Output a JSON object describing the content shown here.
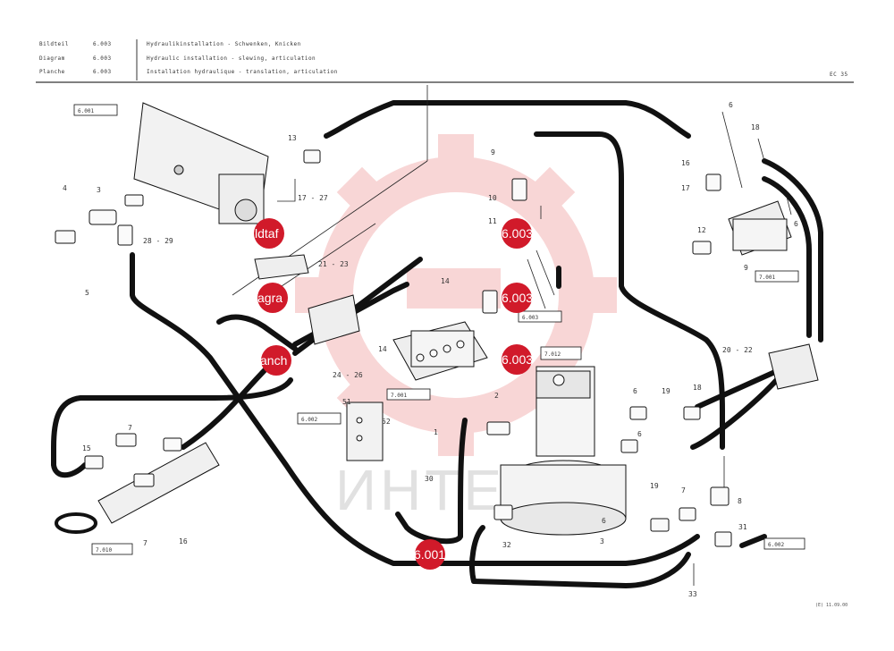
{
  "header": {
    "rows": [
      {
        "label": "Bildteil",
        "code": "6.003",
        "text": "Hydraulikinstallation - Schwenken, Knicken"
      },
      {
        "label": "Diagram",
        "code": "6.003",
        "text": "Hydraulic installation - slewing, articulation"
      },
      {
        "label": "Planche",
        "code": "6.003",
        "text": "Installation hydraulique - translation, articulation"
      }
    ],
    "page_ref": "EC 35"
  },
  "ref_boxes": [
    "6.001",
    "7.001",
    "6.003",
    "7.001",
    "7.012",
    "6.002",
    "7.010",
    "6.002"
  ],
  "callouts": [
    "1",
    "2",
    "3",
    "4",
    "5",
    "6",
    "7",
    "8",
    "9",
    "10",
    "11",
    "12",
    "13",
    "14",
    "15",
    "16",
    "17",
    "18",
    "19",
    "20 - 22",
    "21 - 23",
    "24 - 26",
    "17 - 27",
    "28 - 29",
    "30",
    "31",
    "32",
    "33",
    "51",
    "52"
  ],
  "badges": [
    "ldtaf",
    "agra",
    "anch",
    "6.003",
    "6.003",
    "6.003",
    "6.001"
  ],
  "watermark": "ИНТЕК",
  "footer": "(E) 11.09.00",
  "colors": {
    "hose": "#111111",
    "badge": "#d11a2a",
    "watermark_gear": "#f3b6b6",
    "frame": "#000000"
  }
}
